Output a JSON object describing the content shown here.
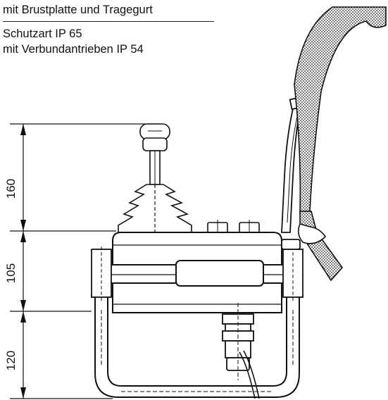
{
  "header": {
    "heading": "mit Brustplatte und Tragegurt",
    "protection_1": "Schutzart IP 65",
    "protection_2": "mit Verbundantrieben IP 54"
  },
  "dimensions": {
    "top": "160",
    "middle": "105",
    "bottom": "120"
  },
  "colors": {
    "line": "#111111",
    "strap_dots": "#333333"
  }
}
